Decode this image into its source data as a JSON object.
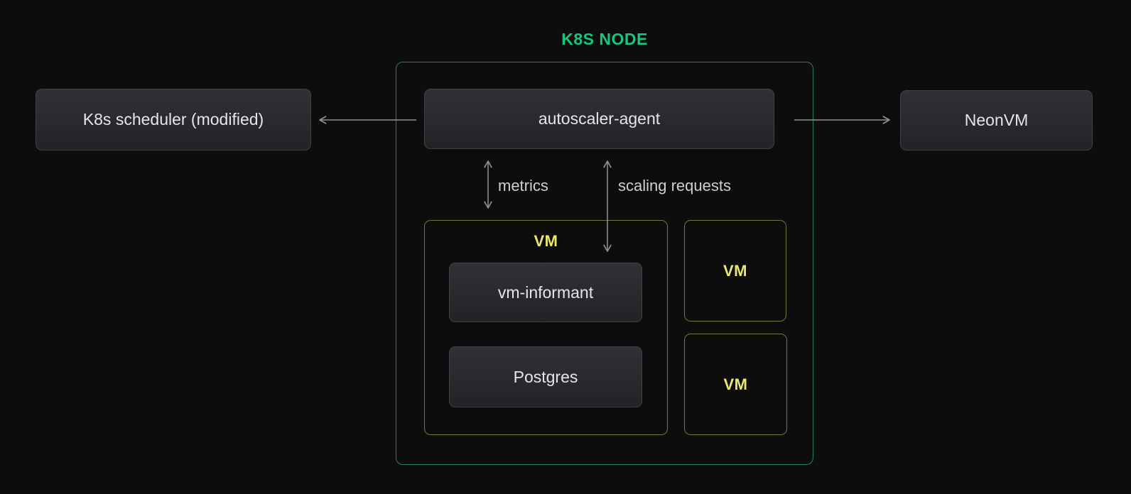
{
  "diagram": {
    "title": "K8S NODE",
    "nodes": {
      "scheduler": "K8s scheduler (modified)",
      "autoscaler_agent": "autoscaler-agent",
      "neonvm": "NeonVM",
      "vm_main": "VM",
      "vm_informant": "vm-informant",
      "postgres": "Postgres",
      "vm_small_1": "VM",
      "vm_small_2": "VM"
    },
    "edge_labels": {
      "metrics": "metrics",
      "scaling_requests": "scaling requests"
    }
  },
  "colors": {
    "background": "#0d0d0e",
    "accent-green": "#17c57e",
    "green-border": "#2a7f5f",
    "yellow-border": "#75753a",
    "yellow-text": "#ece86f",
    "node-fill-top": "#303036",
    "node-fill-bottom": "#232327",
    "node-border": "#414147",
    "node-text": "#e6e6e6",
    "arrow": "#929292",
    "edge-label": "#cfcfcf"
  }
}
